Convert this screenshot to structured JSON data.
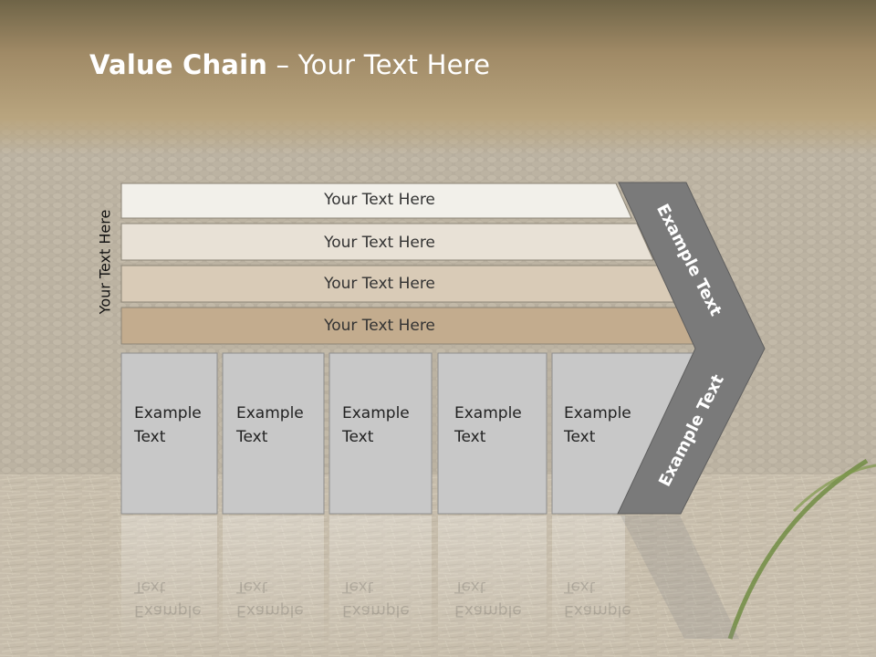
{
  "slide": {
    "title_bold": "Value Chain",
    "title_rest": " – Your Text Here",
    "side_label": "Your Text Here"
  },
  "rows": [
    {
      "label": "Your Text Here"
    },
    {
      "label": "Your Text Here"
    },
    {
      "label": "Your Text Here"
    },
    {
      "label": "Your Text Here"
    }
  ],
  "boxes": [
    {
      "label": "Example Text"
    },
    {
      "label": "Example Text"
    },
    {
      "label": "Example Text"
    },
    {
      "label": "Example Text"
    },
    {
      "label": "Example Text"
    }
  ],
  "chevron": {
    "upper_label": "Example Text",
    "lower_label": "Example Text"
  },
  "colors": {
    "row_fills": [
      "#f2f0ea",
      "#e8e1d6",
      "#d9cbb7",
      "#c3ac8e"
    ],
    "box_fill": "#c8c8c8",
    "chevron_fill": "#7a7a7a",
    "title_band": "#9b8762"
  }
}
